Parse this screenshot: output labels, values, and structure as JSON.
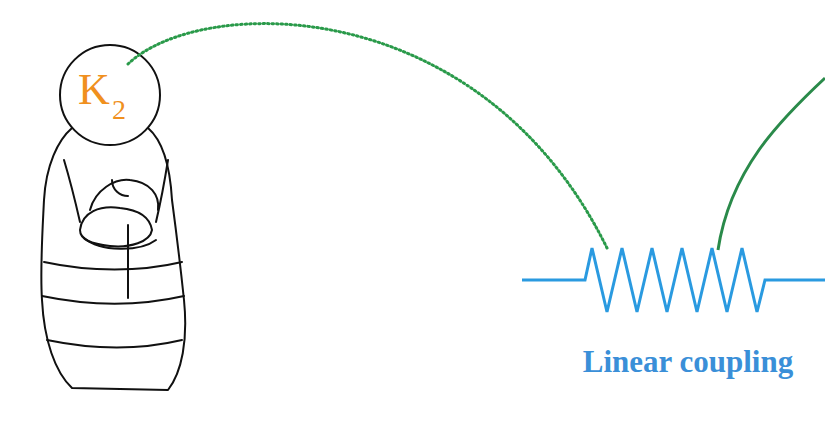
{
  "diagram": {
    "labels": [
      "K",
      "2",
      "Linear coupling"
    ]
  }
}
